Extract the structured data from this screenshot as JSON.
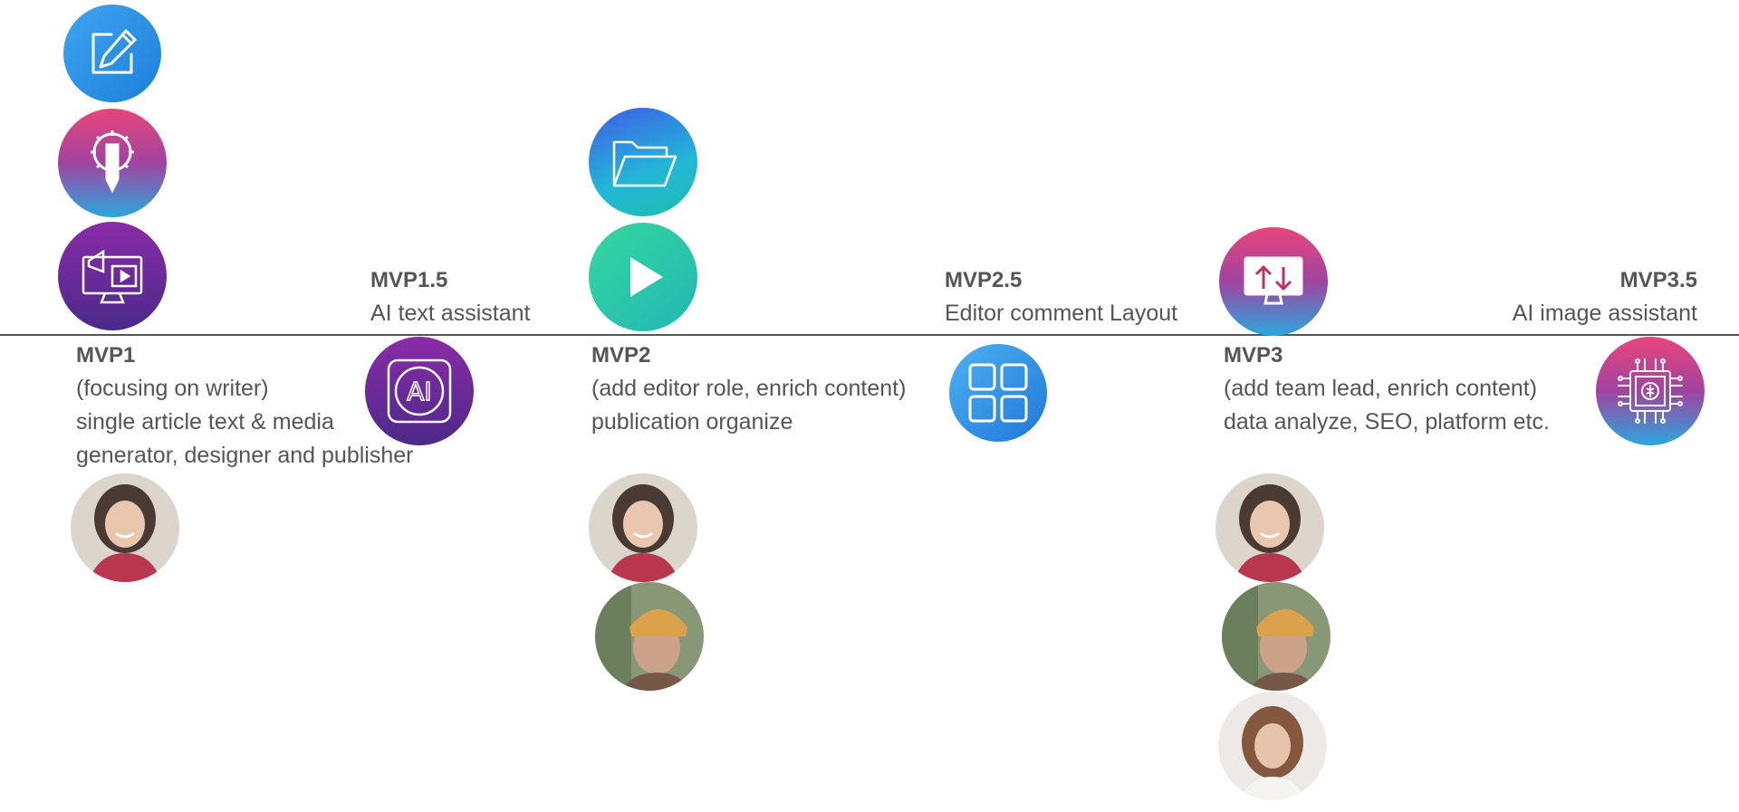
{
  "milestones": {
    "mvp1": {
      "title": "MVP1",
      "lines": [
        "(focusing on writer)",
        "single article text & media",
        "generator, designer and publisher"
      ]
    },
    "mvp1_5": {
      "title": "MVP1.5",
      "lines": [
        "AI text assistant"
      ]
    },
    "mvp2": {
      "title": "MVP2",
      "lines": [
        "(add editor role, enrich content)",
        "publication organize"
      ]
    },
    "mvp2_5": {
      "title": "MVP2.5",
      "lines": [
        "Editor comment Layout"
      ]
    },
    "mvp3": {
      "title": "MVP3",
      "lines": [
        "(add team lead, enrich content)",
        "data analyze, SEO, platform etc."
      ]
    },
    "mvp3_5": {
      "title": "MVP3.5",
      "lines": [
        "AI image assistant"
      ]
    }
  },
  "icons": [
    "edit-icon",
    "pen-gear-icon",
    "media-monitor-icon",
    "ai-icon",
    "folder-icon",
    "play-icon",
    "grid-icon",
    "transfer-monitor-icon",
    "ai-chip-icon"
  ],
  "colors": {
    "timeline": "#555555",
    "text": "#555555",
    "pink": "#e8457a",
    "purple": "#8a2ba8",
    "blue": "#1c7fd9",
    "teal": "#23b6b5"
  }
}
